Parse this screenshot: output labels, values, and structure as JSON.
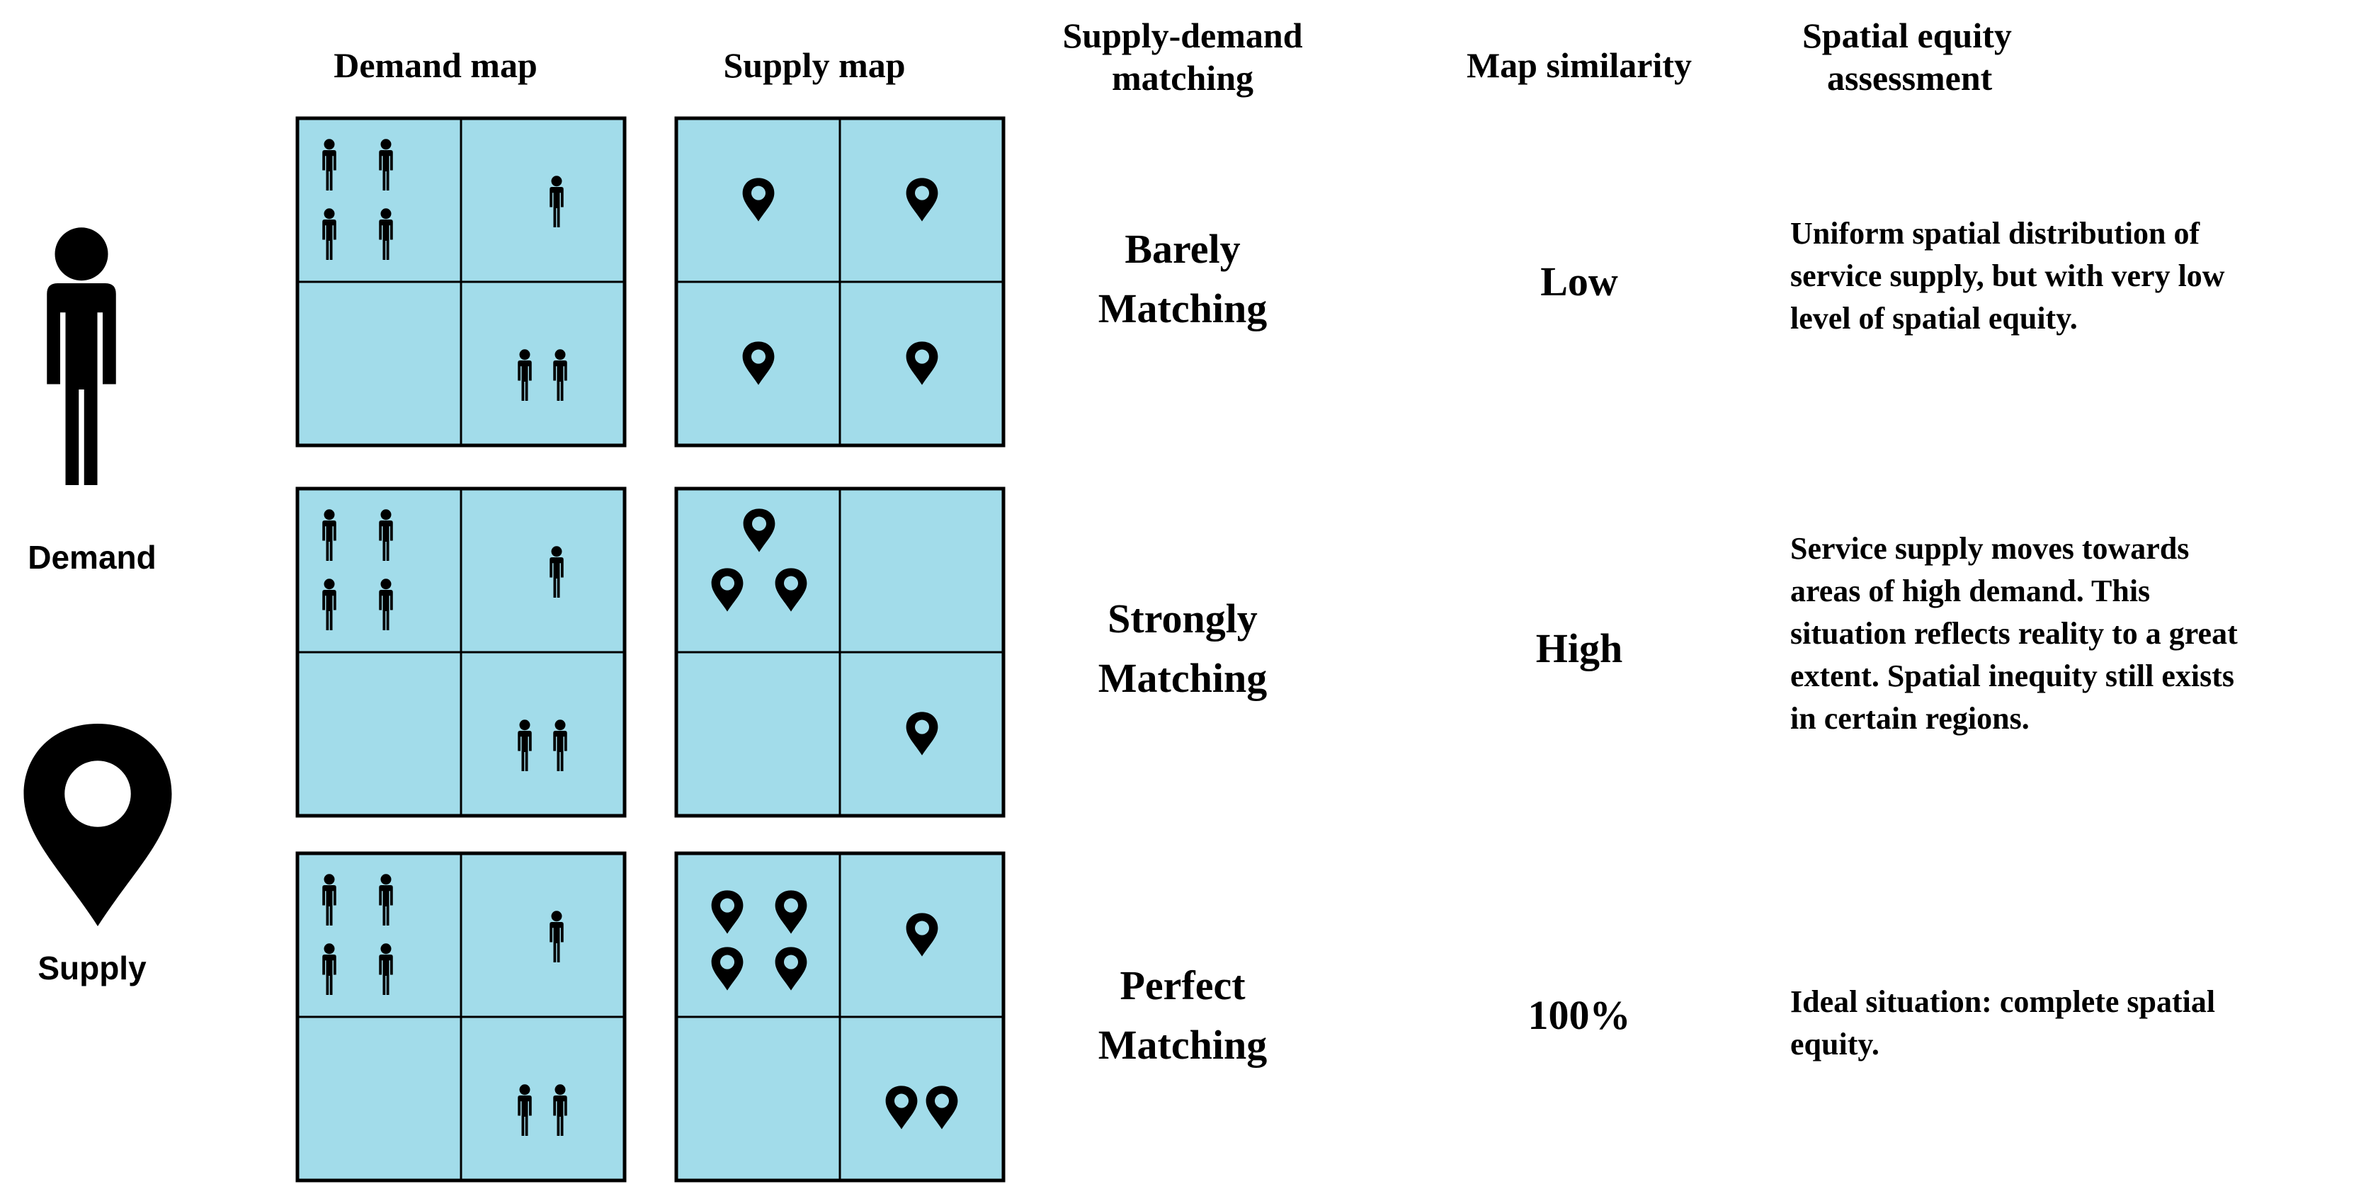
{
  "headers": {
    "demand_map": "Demand map",
    "supply_map": "Supply map",
    "matching": [
      "Supply-demand",
      "matching"
    ],
    "similarity": "Map similarity",
    "equity": [
      "Spatial equity",
      "assessment"
    ]
  },
  "legend": {
    "demand_label": "Demand",
    "supply_label": "Supply",
    "demand_icon": "person-icon",
    "supply_icon": "map-pin-icon"
  },
  "colors": {
    "cell_fill": "#a2dcea",
    "grid_line": "#000000",
    "icon": "#000000"
  },
  "demand_counts": [
    4,
    1,
    0,
    2
  ],
  "rows": [
    {
      "matching": [
        "Barely",
        "Matching"
      ],
      "similarity": "Low",
      "assessment": [
        "Uniform spatial distribution of",
        "service supply, but with very low",
        "level of spatial equity."
      ],
      "supply_counts": [
        1,
        1,
        1,
        1
      ]
    },
    {
      "matching": [
        "Strongly",
        "Matching"
      ],
      "similarity": "High",
      "assessment": [
        "Service supply moves towards",
        "areas of high demand. This",
        "situation reflects reality to a great",
        "extent. Spatial inequity still exists",
        "in certain regions."
      ],
      "supply_counts": [
        3,
        0,
        0,
        1
      ]
    },
    {
      "matching": [
        "Perfect",
        "Matching"
      ],
      "similarity": "100%",
      "assessment": [
        "Ideal situation: complete spatial",
        "equity."
      ],
      "supply_counts": [
        4,
        1,
        0,
        2
      ]
    }
  ]
}
